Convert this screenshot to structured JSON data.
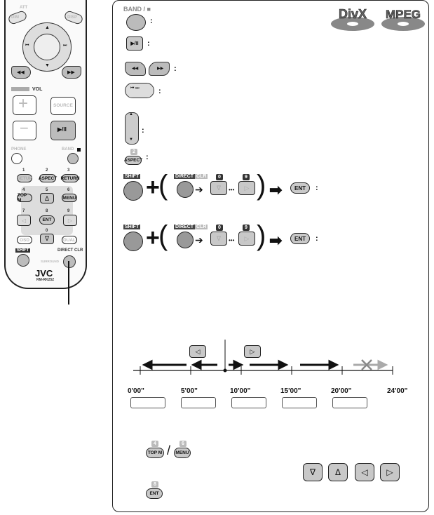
{
  "remote": {
    "top_labels": {
      "att": "ATT",
      "dim": "DIM",
      "disp": "DISP"
    },
    "vol_label": "VOL",
    "source_label": "SOURCE",
    "phone_label": "PHONE",
    "band_label": "BAND",
    "keys": [
      {
        "num": "1",
        "label": "SETUP"
      },
      {
        "num": "2",
        "label": "ASPECT"
      },
      {
        "num": "3",
        "label": "RETURN"
      },
      {
        "num": "4",
        "label": "TOP M"
      },
      {
        "num": "5",
        "label": "Δ"
      },
      {
        "num": "6",
        "label": "MENU"
      },
      {
        "num": "7",
        "label": "◁"
      },
      {
        "num": "8",
        "label": "ENT"
      },
      {
        "num": "9",
        "label": "▷"
      },
      {
        "num": "0",
        "label": "∇"
      }
    ],
    "osd_label": "OSD",
    "dual_label": "DUAL",
    "shift_label": "SHIFT",
    "direct_label": "DIRECT",
    "clr_label": "CLR",
    "surround_label": "SURROUND",
    "brand": "JVC",
    "model": "RM-RK252"
  },
  "panel": {
    "band_label": "BAND / ■",
    "colon": ":",
    "logos": {
      "divx": "DivX",
      "mpeg": "MPEG"
    },
    "aspect_num": "2",
    "aspect_label": "ASPECT",
    "shift_label": "SHIFT",
    "direct_label": "DIRECT",
    "clr_label": "CLR",
    "zero": "0",
    "nine": "9",
    "ent_label": "ENT",
    "plus": "+",
    "dots": "•••",
    "timeline": [
      "0'00\"",
      "5'00\"",
      "10'00\"",
      "15'00\"",
      "20'00\"",
      "24'00\""
    ],
    "topm_num": "4",
    "topm_label": "TOP M",
    "menu_num": "6",
    "menu_label": "MENU",
    "slash": "/",
    "ent_num": "8",
    "nav_keys": [
      "∇",
      "Δ",
      "◁",
      "▷"
    ]
  }
}
